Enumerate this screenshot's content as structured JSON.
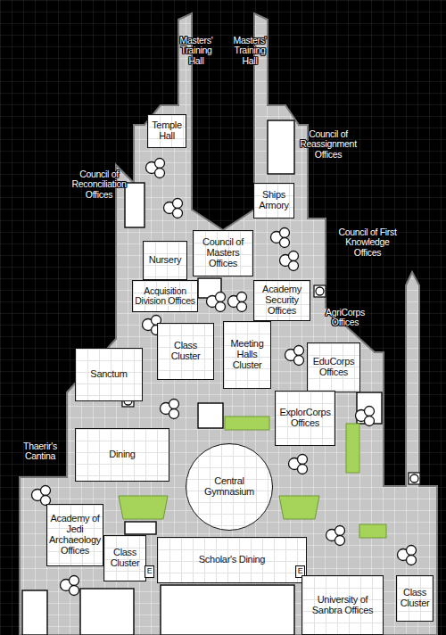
{
  "diagram": {
    "nodes": [
      {
        "text": [
          "Temple Hall"
        ]
      },
      {
        "text": [
          "Ships Armory"
        ]
      },
      {
        "text": [
          "Council of Masters Offices"
        ]
      },
      {
        "text": [
          "Nursery"
        ]
      },
      {
        "text": [
          "Acquisition Division Offices"
        ]
      },
      {
        "text": [
          "Academy Security Offices"
        ]
      },
      {
        "text": [
          "Class Cluster"
        ]
      },
      {
        "text": [
          "Meeting Halls Cluster"
        ]
      },
      {
        "text": [
          "Sanctum"
        ]
      },
      {
        "text": [
          "EduCorps Offices"
        ]
      },
      {
        "text": [
          "ExplorCorps Offices"
        ]
      },
      {
        "text": [
          "Dining"
        ]
      },
      {
        "text": [
          "Central Gymnasium"
        ]
      },
      {
        "text": [
          "Academy of Jedi Archaeology Offices"
        ]
      },
      {
        "text": [
          "Class Cluster"
        ]
      },
      {
        "text": [
          "Scholar's Dining"
        ]
      },
      {
        "text": [
          "E"
        ]
      },
      {
        "text": [
          "E"
        ]
      },
      {
        "text": [
          "University of Sanbra Offices"
        ]
      },
      {
        "text": [
          "Class Cluster"
        ]
      }
    ],
    "labels": [
      "Masters' Training Hall",
      "Masters' Training Hall",
      "Council of Reconciliation Offices",
      "Council of Reassignment Offices",
      "Council of First Knowledge Offices",
      "AgriCorps Offices",
      "Thaerir's Cantina"
    ]
  }
}
